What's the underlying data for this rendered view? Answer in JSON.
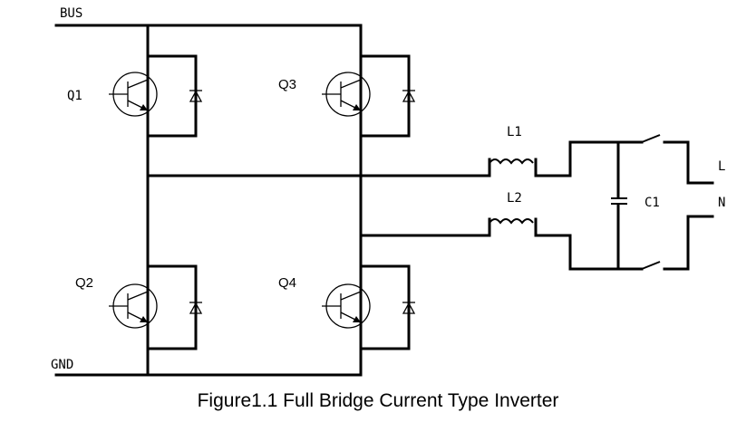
{
  "labels": {
    "bus": "BUS",
    "gnd": "GND",
    "q1": "Q1",
    "q2": "Q2",
    "q3": "Q3",
    "q4": "Q4",
    "l1": "L1",
    "l2": "L2",
    "c1": "C1",
    "out_l": "L",
    "out_n": "N"
  },
  "caption": "Figure1.1 Full Bridge Current Type Inverter"
}
